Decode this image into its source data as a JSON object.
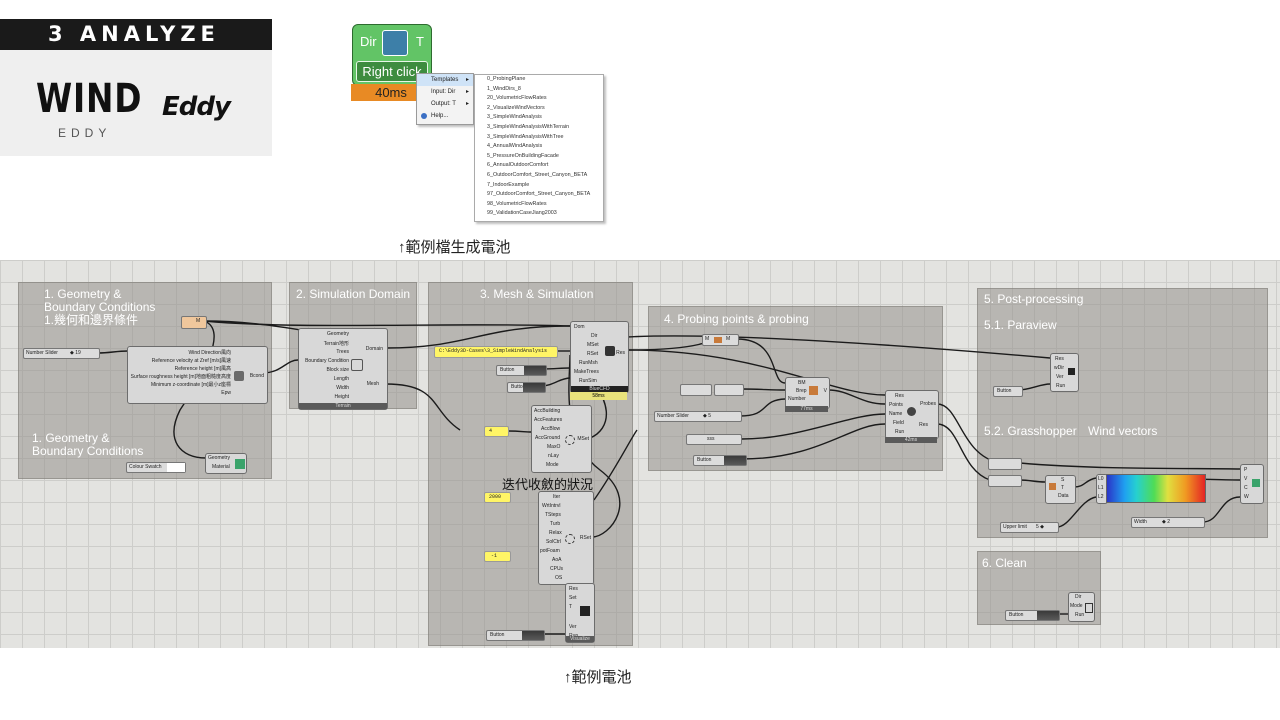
{
  "header": {
    "section": "3 ANALYZE",
    "title": "WIND",
    "subtitle": "EDDY",
    "logo": "Eddy"
  },
  "component": {
    "input": "Dir",
    "output": "T",
    "button": "Right click",
    "timer": "40ms",
    "icon": "eddy-icon"
  },
  "context_menu": [
    {
      "label": "Templates",
      "arrow": "▸"
    },
    {
      "label": "Input: Dir",
      "arrow": "▸"
    },
    {
      "label": "Output: T",
      "arrow": "▸"
    },
    {
      "label": "Help...",
      "arrow": ""
    }
  ],
  "templates": [
    "0_ProbingPlane",
    "1_WindDirs_8",
    "20_VolumetricFlowRates",
    "2_VisualizeWindVectors",
    "3_SimpleWindAnalysis",
    "3_SimpleWindAnalysisWithTerrain",
    "3_SimpleWindAnalysisWithTree",
    "4_AnnualWindAnalysis",
    "5_PressureOnBuildingFacade",
    "6_AnnualOutdoorComfort",
    "6_OutdoorComfort_Street_Canyon_BETA",
    "7_IndoorExample",
    "97_OutdoorComfort_Street_Canyon_BETA",
    "98_VolumetricFlowRates",
    "99_ValidationCaseJiang2003"
  ],
  "caption_top": "↑範例檔生成電池",
  "caption_bottom": "↑範例電池",
  "groups": {
    "g1": {
      "title": "1. Geometry &\nBoundary Conditions\n1.幾何和邊界條件",
      "title2": "1. Geometry &\nBoundary Conditions"
    },
    "g2": {
      "title": "2. Simulation Domain"
    },
    "g3": {
      "title": "3. Mesh & Simulation",
      "note": "迭代收斂的狀況"
    },
    "g4": {
      "title": "4. Probing points & probing"
    },
    "g5": {
      "title": "5. Post-processing",
      "sub1": "5.1. Paraview",
      "sub2": "5.2. Grasshopper",
      "sub2b": "Wind vectors"
    },
    "g6": {
      "title": "6. Clean"
    }
  },
  "nodes": {
    "number_slider_1": {
      "label": "Number Slider",
      "value": "◆ 19"
    },
    "bc_inputs": [
      "Wind Direction風向",
      "Reference velocity at Zref [m/s]風速",
      "Reference height [m]風高",
      "Surface roughness height [m]地面粗糙度高度",
      "Minimum z-coordinate [m]最小z座標",
      "Epw"
    ],
    "bc_output": "Bcond",
    "colour_swatch": "Colour Swatch",
    "geom_mat": [
      "Geometry",
      "Material"
    ],
    "domain_inputs": [
      "Geometry",
      "Terrain地形",
      "Trees",
      "Boundary Condition",
      "Block size",
      "Length",
      "Width",
      "Height"
    ],
    "domain_outputs": [
      "Domain",
      "Mesh"
    ],
    "domain_bar": "Terrain",
    "path": "C:\\Eddy3D-Cases\\3_SimpleWindAnalysis",
    "blue_inputs": [
      "Dom",
      "Dir",
      "MSet",
      "RSet",
      "RunMsh",
      "MakeTrees",
      "RunSim"
    ],
    "blue_output": "Res",
    "blue_bar": "BlueCFD",
    "blue_timer": "58ms",
    "button": "Button",
    "mset_inputs": [
      "AccBuilding",
      "AccFeatures",
      "AccBlow",
      "AccGround",
      "MaxO",
      "nLay",
      "Mode"
    ],
    "mset_output": "MSet",
    "mset_value": "4",
    "rset_inputs": [
      "Iter",
      "WrtIntrvl",
      "TSteps",
      "Turb",
      "Relax",
      "SolCtrl",
      "potFoam",
      "AoA",
      "CPUs",
      "OS"
    ],
    "rset_output": "RSet",
    "iter_value": "2000",
    "relax_value": "-1",
    "res_inputs": [
      "Res",
      "Set",
      "T",
      "",
      "Ver",
      "Run"
    ],
    "res_bar": "Visualize",
    "probe_slider": {
      "label": "Number Slider",
      "value": "◆ 5"
    },
    "probe_pts_inputs": [
      "BM",
      "Brep",
      "Number"
    ],
    "probe_pts_output": "V",
    "probe_pts_bar": "77ms",
    "probes_inputs": [
      "Res",
      "Points",
      "Name",
      "Field",
      "Run"
    ],
    "probes_outputs": [
      "Probes",
      "Res"
    ],
    "probes_bar": "42ms",
    "probe_name": "sss",
    "pv_inputs": [
      "Res",
      "wDir",
      "Ver",
      "Run"
    ],
    "gh_vec_inputs": [
      "P",
      "V",
      "C",
      "W"
    ],
    "gh_legend": [
      "L0",
      "L1",
      "L2"
    ],
    "gh_data": [
      "S",
      "T",
      "Data"
    ],
    "upper_limit": {
      "label": "Upper limit",
      "value": "5 ◆"
    },
    "width": {
      "label": "Width",
      "value": "◆ 2"
    },
    "clean_inputs": [
      "Dir",
      "Mode",
      "Run"
    ],
    "wire_m": "M"
  },
  "colors": {
    "canvas": "#e3e3e0",
    "group": "#9a948c",
    "green": "#62c466",
    "timer": "#e88a24",
    "yellow": "#fff566"
  }
}
